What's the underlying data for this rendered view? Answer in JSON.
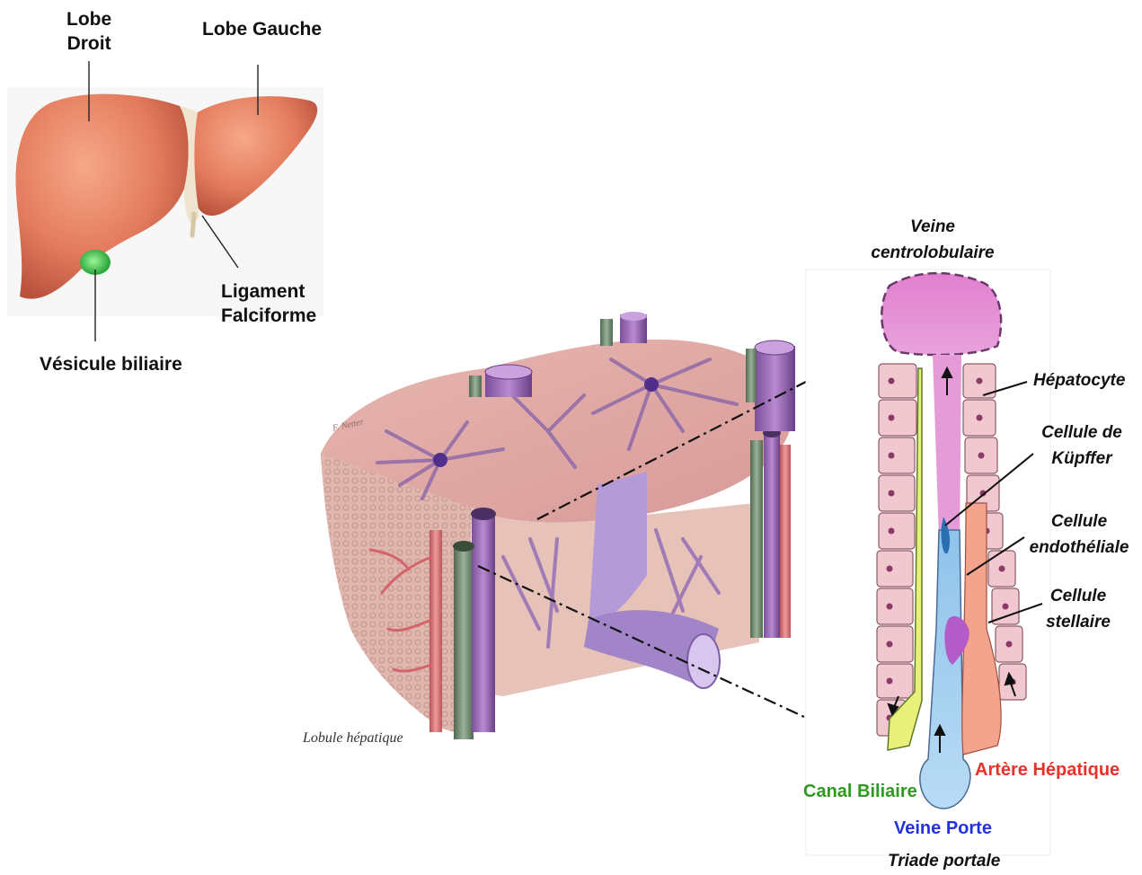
{
  "liver_figure": {
    "lobe_right": [
      "Lobe",
      "Droit"
    ],
    "lobe_left": "Lobe Gauche",
    "ligament": [
      "Ligament",
      "Falciforme"
    ],
    "gallbladder": "Vésicule biliaire"
  },
  "lobule_figure": {
    "caption": "Lobule hépatique",
    "signature": "F. Netter"
  },
  "sinusoid_figure": {
    "central_vein": [
      "Veine",
      "centrolobulaire"
    ],
    "hepatocyte": "Hépatocyte",
    "kupffer": [
      "Cellule de",
      "Küpffer"
    ],
    "endothelial": [
      "Cellule",
      "endothéliale"
    ],
    "stellate": [
      "Cellule",
      "stellaire"
    ],
    "bile_duct": "Canal Biliaire",
    "portal_vein": "Veine Porte",
    "hepatic_artery": "Artère Hépatique",
    "portal_triad": "Triade portale"
  },
  "colors": {
    "bile_duct": "#2e9a1f",
    "portal_vein": "#2233dd",
    "hepatic_artery": "#e8332a",
    "liver": "#e0785a",
    "central_vein": "#e08ad0"
  }
}
